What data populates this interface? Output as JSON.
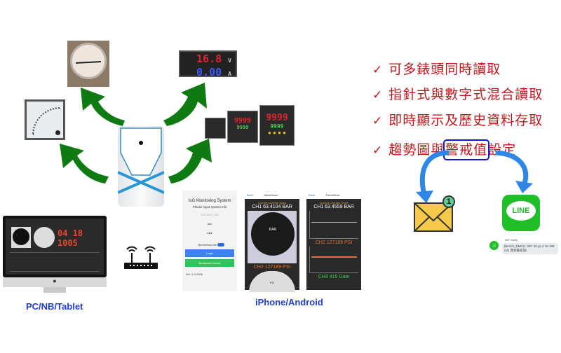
{
  "features": [
    {
      "check": "✓",
      "text": "可多錶頭同時讀取"
    },
    {
      "check": "✓",
      "text": "指針式與數字式混合讀取"
    },
    {
      "check": "✓",
      "text": "即時顯示及歷史資料存取"
    },
    {
      "check": "✓",
      "text_before": "趨勢圖與",
      "highlight": "警戒值",
      "text_after": "設定"
    }
  ],
  "labels": {
    "pc": "PC/NB/Tablet",
    "mobile": "iPhone/Android"
  },
  "digital_meter": {
    "volt": "16.8",
    "volt_unit": "V",
    "amp": "0.00",
    "amp_unit": "A"
  },
  "panel_meter": {
    "top": "9999",
    "bottom": "9999"
  },
  "monitor": {
    "readout": "04 18 1005"
  },
  "email": {
    "badge": "1"
  },
  "line": {
    "logo": "LINE",
    "notify_sender": "IMF Notify",
    "notify_text": "[Bench_DM01]: 40C 40 gs 2 15.185 m/s 達到警戒值!"
  },
  "phone_login": {
    "title": "IoG Monitoring System",
    "subtitle": "Please input system info",
    "ip": "192.168.1.100",
    "user": "abc",
    "password": "●●●",
    "remember": "Remember Me",
    "login": "Login",
    "broadcast": "Broadcast Device",
    "version": "Ver. 1.2-2006"
  },
  "phone_value": {
    "back": "Back",
    "nav": "ValueShow",
    "header": "Current Channel Value",
    "ch1": "CH1",
    "ch1_val": "63.4104 BAR",
    "gauge_unit": "BAR",
    "ch2": "CH2",
    "ch2_val": "127189 PSI",
    "gauge2_unit": "PSI"
  },
  "phone_trend": {
    "back": "Back",
    "nav": "TrendShow",
    "header": "Current Channel Trend",
    "ch1": "CH1",
    "ch1_val": "63.4559 BAR",
    "ch2": "CH2",
    "ch2_val": "127189 PSI",
    "ch3": "CH3",
    "ch3_val": "415 Date"
  },
  "colors": {
    "feature": "#c2171d",
    "label": "#1f3fd0",
    "arrow_green": "#0f7a12",
    "arrow_blue": "#2e86e6",
    "line_green": "#1fbf2a"
  }
}
